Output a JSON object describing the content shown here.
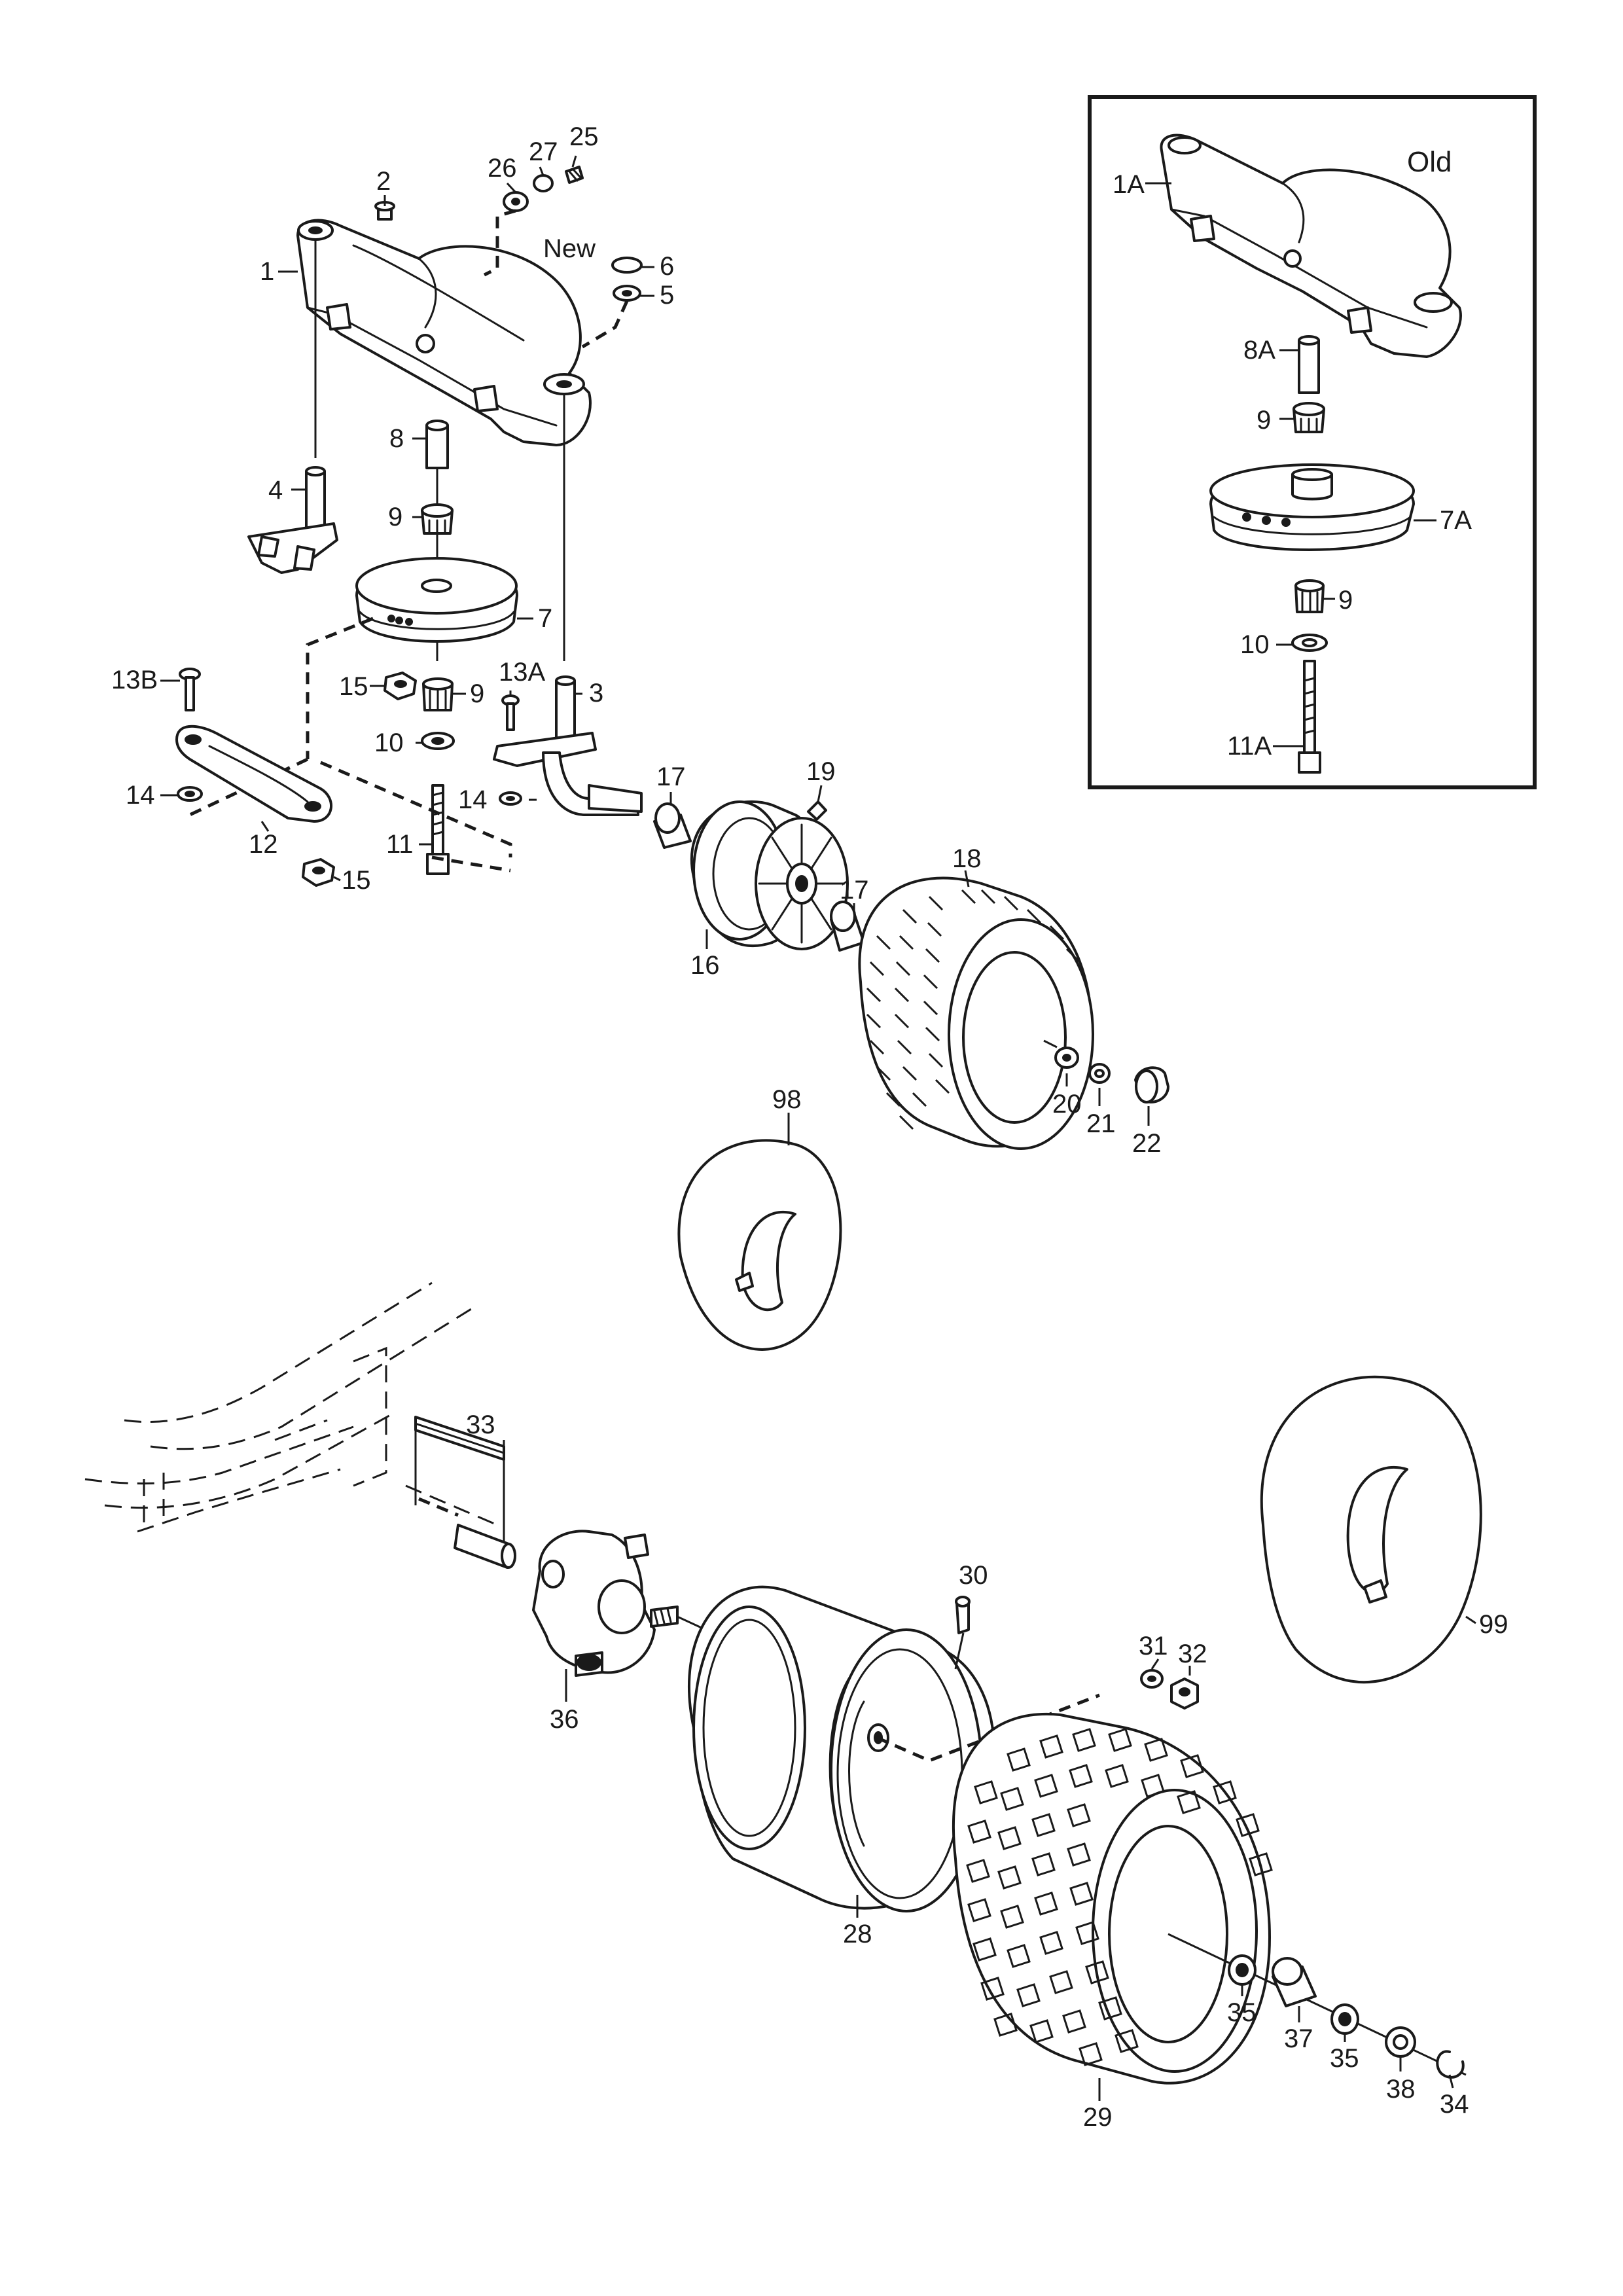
{
  "inset": {
    "title": "Old"
  },
  "new_tag": "New",
  "labels": {
    "l1": "1",
    "l2": "2",
    "l3": "3",
    "l4": "4",
    "l5": "5",
    "l6": "6",
    "l7": "7",
    "l8": "8",
    "l9a": "9",
    "l9b": "9",
    "l10": "10",
    "l11": "11",
    "l12": "12",
    "l13A": "13A",
    "l13B": "13B",
    "l14a": "14",
    "l14b": "14",
    "l15a": "15",
    "l15b": "15",
    "l16": "16",
    "l17a": "17",
    "l17b": "17",
    "l18": "18",
    "l19": "19",
    "l20": "20",
    "l21": "21",
    "l22": "22",
    "l25": "25",
    "l26": "26",
    "l27": "27",
    "l28": "28",
    "l29": "29",
    "l30": "30",
    "l31": "31",
    "l32": "32",
    "l33": "33",
    "l34": "34",
    "l35a": "35",
    "l35b": "35",
    "l36": "36",
    "l37": "37",
    "l38": "38",
    "l98": "98",
    "l99": "99",
    "l1A": "1A",
    "l7A": "7A",
    "l8A": "8A",
    "l9c": "9",
    "l9d": "9",
    "l10b": "10",
    "l11A": "11A"
  }
}
